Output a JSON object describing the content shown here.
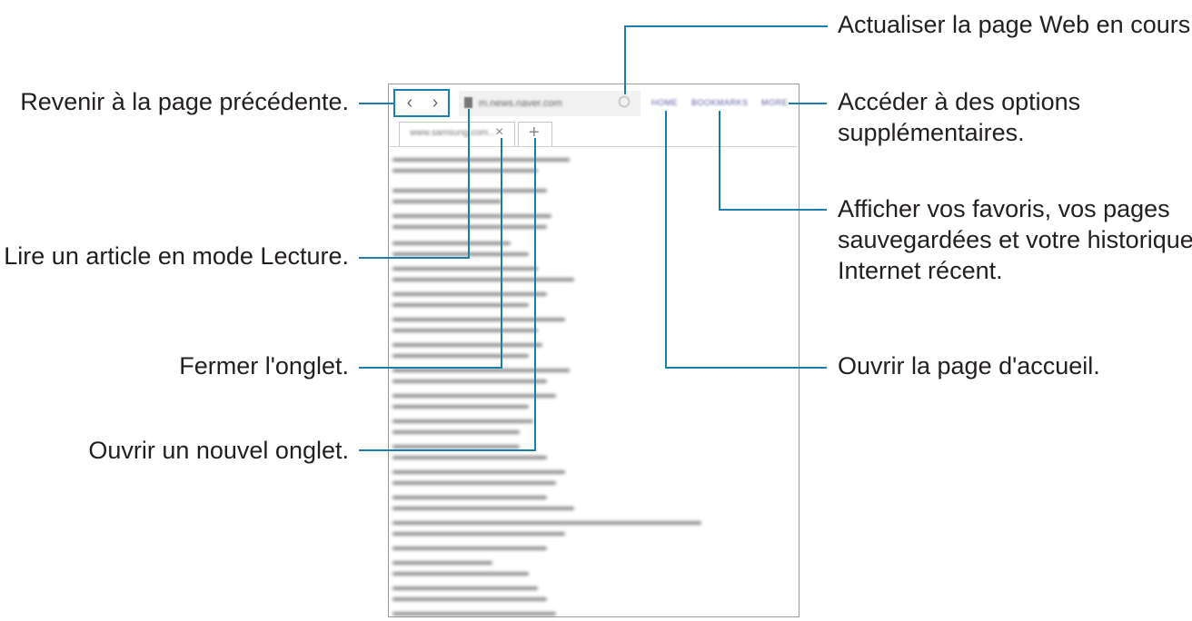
{
  "annotations": {
    "refresh": "Actualiser la page Web en cours.",
    "back": "Revenir à la page précédente.",
    "more_line1": "Accéder à des options",
    "more_line2": "supplémentaires.",
    "bookmarks_line1": "Afficher vos favoris, vos pages",
    "bookmarks_line2": "sauvegardées et votre historique",
    "bookmarks_line3": "Internet récent.",
    "reader": "Lire un article en mode Lecture.",
    "close_tab": "Fermer l'onglet.",
    "home": "Ouvrir la page d'accueil.",
    "new_tab": "Ouvrir un nouvel onglet."
  },
  "browser": {
    "back_glyph": "‹",
    "forward_glyph": "›",
    "url": "m.news.naver.com",
    "toolbar": {
      "home": "HOME",
      "bookmarks": "BOOKMARKS",
      "more": "MORE"
    },
    "tab_title": "www.samsung.com...",
    "tab_close_glyph": "×",
    "new_tab_glyph": "+"
  },
  "colors": {
    "leader": "#1a7fb0",
    "text": "#231f20",
    "toolbar_link": "#5b5ba8"
  },
  "icons": {
    "reader": "reader-mode-icon",
    "refresh": "refresh-icon",
    "back": "chevron-left-icon",
    "forward": "chevron-right-icon",
    "close": "close-icon",
    "add": "plus-icon"
  }
}
